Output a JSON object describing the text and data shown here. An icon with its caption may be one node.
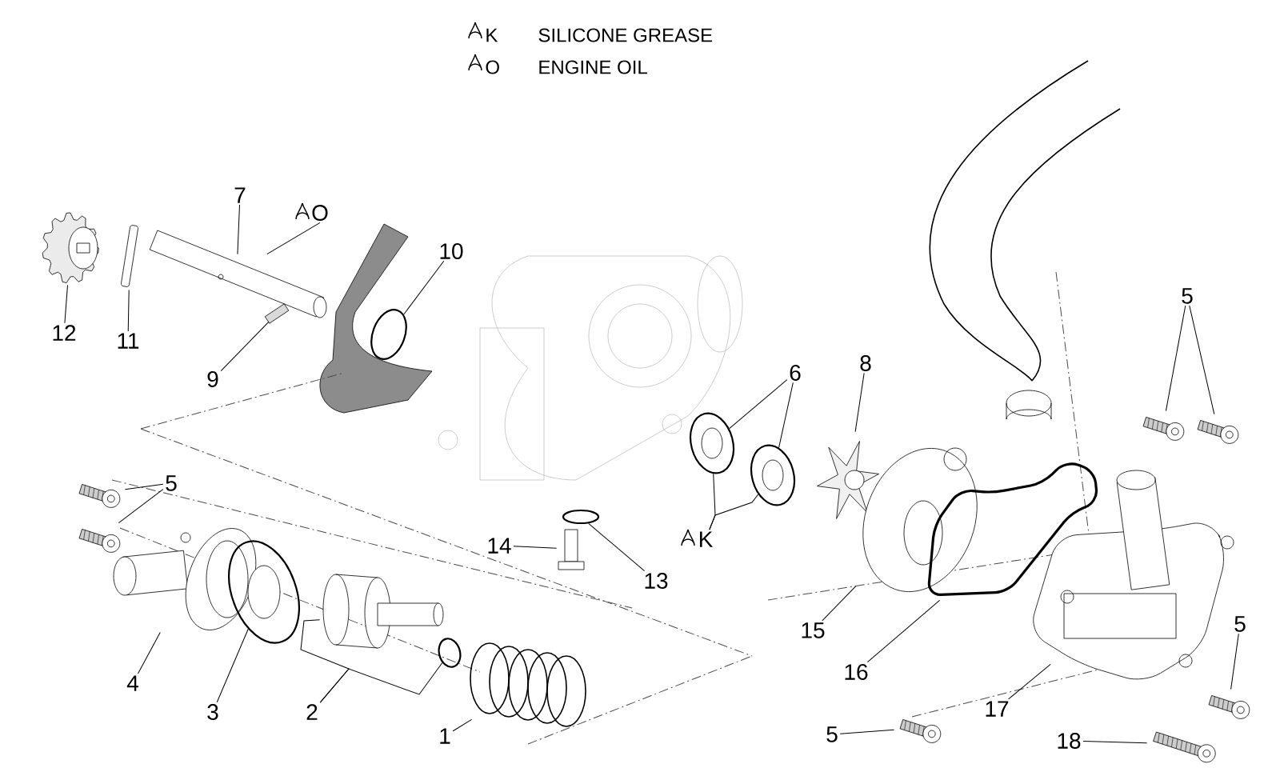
{
  "diagram": {
    "nodes": [
      {
        "text": [
          "7"
        ]
      },
      {
        "text": [
          "O"
        ]
      },
      {
        "text": [
          "10"
        ]
      },
      {
        "text": [],
        "shape": "picture"
      },
      {
        "text": [],
        "shape": "picture"
      },
      {
        "text": [],
        "shape": "picture"
      },
      {
        "text": [],
        "shape": "circle"
      },
      {
        "text": [
          "12"
        ]
      },
      {
        "text": [
          "11"
        ]
      },
      {
        "text": [],
        "shape": "picture"
      },
      {
        "text": [
          "9"
        ]
      },
      {
        "text": [
          "6"
        ]
      },
      {
        "text": [
          "8"
        ]
      },
      {
        "text": [
          "5"
        ]
      },
      {
        "text": [],
        "shape": "picture"
      },
      {
        "text": [],
        "shape": "picture"
      },
      {
        "text": [],
        "shape": "circle"
      },
      {
        "text": [],
        "shape": "circle"
      },
      {
        "text": [],
        "shape": "picture"
      },
      {
        "text": [
          "5"
        ]
      },
      {
        "text": [],
        "shape": "picture"
      },
      {
        "text": [],
        "shape": "picture"
      },
      {
        "text": [
          "14"
        ]
      },
      {
        "text": [],
        "shape": "picture"
      },
      {
        "text": [],
        "shape": "circle"
      },
      {
        "text": [
          "13"
        ]
      },
      {
        "text": [
          "K"
        ]
      },
      {
        "text": [],
        "shape": "picture"
      },
      {
        "text": [],
        "shape": "picture"
      },
      {
        "text": [],
        "shape": "picture"
      },
      {
        "text": [
          "5"
        ]
      },
      {
        "text": [],
        "shape": "picture"
      },
      {
        "text": [],
        "shape": "picture"
      },
      {
        "text": [],
        "shape": "circle"
      },
      {
        "text": [],
        "shape": "picture"
      },
      {
        "text": [],
        "shape": "circle"
      },
      {
        "text": [],
        "shape": "picture"
      },
      {
        "text": [
          "4"
        ]
      },
      {
        "text": [
          "3"
        ]
      },
      {
        "text": [
          "2"
        ]
      },
      {
        "text": [
          "1"
        ]
      },
      {
        "text": [
          "15"
        ]
      },
      {
        "text": [
          "16"
        ]
      },
      {
        "text": [
          "17"
        ]
      },
      {
        "text": [
          "5"
        ]
      },
      {
        "text": [],
        "shape": "picture"
      },
      {
        "text": [
          "18"
        ]
      },
      {
        "text": [],
        "shape": "picture"
      }
    ],
    "edges": [
      {
        "from": 0,
        "to": 5,
        "arrow": "none"
      },
      {
        "from": 1,
        "to": 5,
        "arrow": "none"
      },
      {
        "from": 2,
        "to": 6,
        "arrow": "none"
      },
      {
        "from": 7,
        "to": 3,
        "arrow": "none"
      },
      {
        "from": 8,
        "to": 4,
        "arrow": "none"
      },
      {
        "from": 10,
        "to": 9,
        "arrow": "none"
      },
      {
        "from": 11,
        "to": 16,
        "arrow": "none"
      },
      {
        "from": 11,
        "to": 17,
        "arrow": "none"
      },
      {
        "from": 12,
        "to": 18,
        "arrow": "none"
      },
      {
        "from": 13,
        "to": 14,
        "arrow": "none"
      },
      {
        "from": 13,
        "to": 15,
        "arrow": "none"
      },
      {
        "from": 19,
        "to": 20,
        "arrow": "none"
      },
      {
        "from": 19,
        "to": 21,
        "arrow": "none"
      },
      {
        "from": 22,
        "to": 23,
        "arrow": "none"
      },
      {
        "from": 25,
        "to": 24,
        "arrow": "none"
      },
      {
        "from": 26,
        "to": 16,
        "arrow": "none"
      },
      {
        "from": 26,
        "to": 17,
        "arrow": "none"
      },
      {
        "from": 30,
        "to": 31,
        "arrow": "none"
      },
      {
        "from": 37,
        "to": 32,
        "arrow": "none"
      },
      {
        "from": 38,
        "to": 33,
        "arrow": "none"
      },
      {
        "from": 39,
        "to": 34,
        "arrow": "none"
      },
      {
        "from": 39,
        "to": 35,
        "arrow": "none"
      },
      {
        "from": 40,
        "to": 36,
        "arrow": "none"
      },
      {
        "from": 41,
        "to": 27,
        "arrow": "none"
      },
      {
        "from": 42,
        "to": 28,
        "arrow": "none"
      },
      {
        "from": 43,
        "to": 29,
        "arrow": "none"
      },
      {
        "from": 44,
        "to": 45,
        "arrow": "none"
      },
      {
        "from": 46,
        "to": 47,
        "arrow": "none"
      }
    ],
    "labels": [
      "K",
      "O"
    ],
    "legend": [
      {
        "text": "SILICONE GREASE"
      },
      {
        "text": "ENGINE OIL"
      }
    ]
  }
}
